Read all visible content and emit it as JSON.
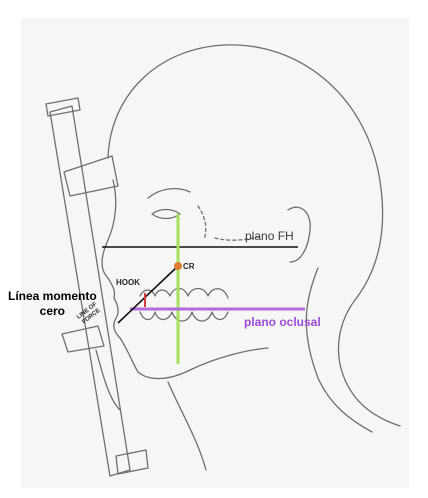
{
  "labels": {
    "plano_fh": "plano FH",
    "cr": "CR",
    "hook": "HOOK",
    "linea_momento_cero_line1": "Línea momento",
    "linea_momento_cero_line2": "cero",
    "plano_oclusal": "plano oclusal",
    "line_of_force_line1": "LINE OF",
    "line_of_force_line2": "FORCE"
  },
  "colors": {
    "background": "#ffffff",
    "paper": "#f6f6f5",
    "sketch": "#6f6f6f",
    "fh_line": "#111111",
    "zero_moment_line": "#111111",
    "vertical_axis": "#a6e25c",
    "occlusal_line": "#b36be0",
    "cr_point": "#e07a2e",
    "hook": "#d63a3a"
  }
}
